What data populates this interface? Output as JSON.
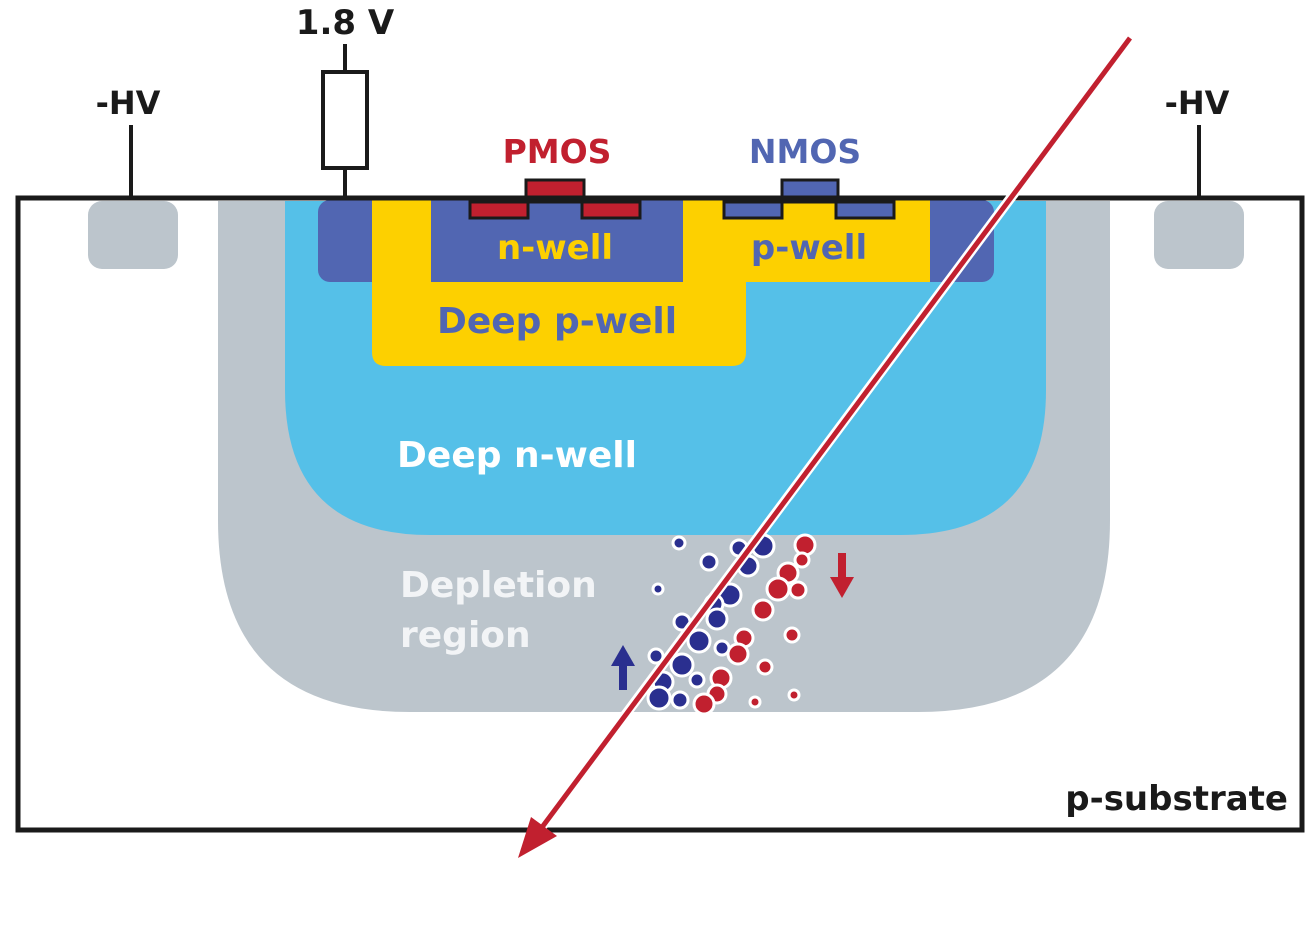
{
  "labels": {
    "supply_voltage": "1.8 V",
    "hv_left": "-HV",
    "hv_right": "-HV",
    "pmos": "PMOS",
    "nmos": "NMOS",
    "n_well": "n-well",
    "p_well": "p-well",
    "deep_p_well": "Deep p-well",
    "deep_n_well": "Deep n-well",
    "depletion_line1": "Depletion",
    "depletion_line2": "region",
    "p_substrate": "p-substrate"
  },
  "colors": {
    "substrate_fill": "#ffffff",
    "outline": "#1a1a1a",
    "depletion_gray": "#bcc5cc",
    "deep_n_well_blue": "#55c0e8",
    "deep_p_well_yellow": "#fdd000",
    "well_blue": "#5166b2",
    "pmos_red": "#c1202f",
    "electron_navy": "#2a2f8f",
    "hole_red": "#c1202f",
    "particle_track_red": "#c1202f",
    "text_dark": "#1a1a1a",
    "text_white": "#ffffff",
    "text_light_gray": "#f2f4f6"
  },
  "icons": {
    "resistor": "resistor-icon",
    "up_arrow": "electron-drift-up-arrow-icon",
    "down_arrow": "hole-drift-down-arrow-icon",
    "track": "particle-track-arrow-icon"
  }
}
